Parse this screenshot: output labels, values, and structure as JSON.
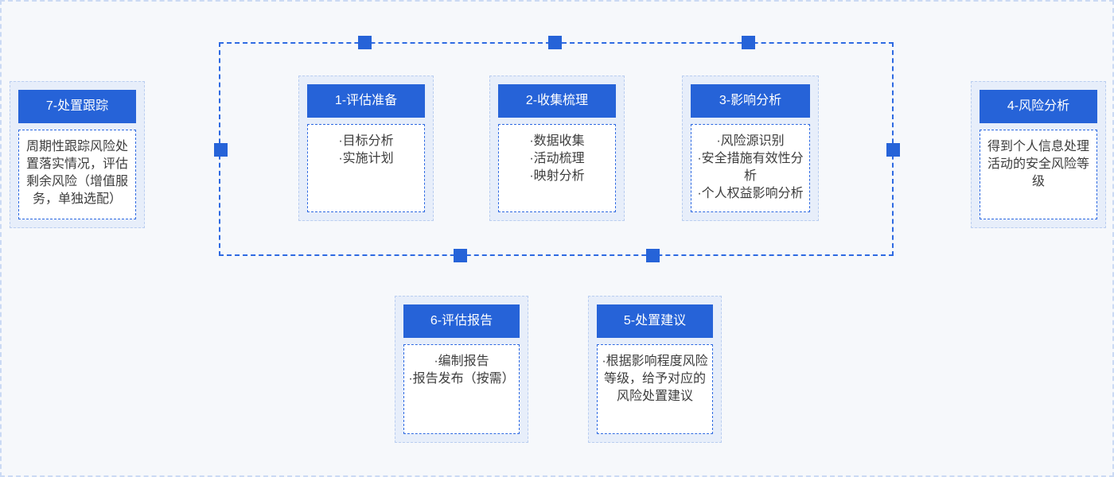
{
  "diagram": {
    "type": "process-flow-loop",
    "description_visible": false
  },
  "colors": {
    "page_background": "#f6f8fb",
    "canvas_dashed_border": "#cbdaf4",
    "step_header_blue": "#2663d8",
    "connector_node_blue": "#2663d8",
    "loop_line_blue": "#2e6ae2",
    "card_background": "#e7eefa",
    "card_border": "#b9cdf0",
    "body_text": "#3d3d3d",
    "header_text": "#ffffff"
  },
  "steps": {
    "s1": {
      "title": "1-评估准备",
      "lines": [
        "·目标分析",
        "·实施计划"
      ]
    },
    "s2": {
      "title": "2-收集梳理",
      "lines": [
        "·数据收集",
        "·活动梳理",
        "·映射分析"
      ]
    },
    "s3": {
      "title": "3-影响分析",
      "lines": [
        "·风险源识别",
        "·安全措施有效性分析",
        "·个人权益影响分析"
      ]
    },
    "s4": {
      "title": "4-风险分析",
      "lines": [
        "得到个人信息处理活动的安全风险等级"
      ]
    },
    "s5": {
      "title": "5-处置建议",
      "lines": [
        "·根据影响程度风险等级，给予对应的风险处置建议"
      ]
    },
    "s6": {
      "title": "6-评估报告",
      "lines": [
        "·编制报告",
        "·报告发布（按需）"
      ]
    },
    "s7": {
      "title": "7-处置跟踪",
      "lines": [
        "周期性跟踪风险处置落实情况，评估剩余风险（增值服务，单独选配）"
      ]
    }
  }
}
